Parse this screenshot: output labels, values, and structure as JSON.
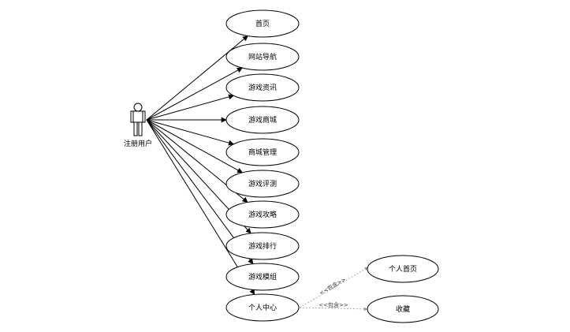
{
  "actor": {
    "label": "注册用户"
  },
  "use_cases": [
    {
      "label": "首页"
    },
    {
      "label": "网站导航"
    },
    {
      "label": "游戏资讯"
    },
    {
      "label": "游戏商城"
    },
    {
      "label": "商城管理"
    },
    {
      "label": "游戏评测"
    },
    {
      "label": "游戏攻略"
    },
    {
      "label": "游戏排行"
    },
    {
      "label": "游戏模组"
    },
    {
      "label": "个人中心"
    }
  ],
  "included_use_cases": [
    {
      "label": "个人首页"
    },
    {
      "label": "收藏"
    }
  ],
  "include_labels": [
    "<<包含>>",
    "<<包含>>"
  ],
  "colors": {
    "stroke": "#000000",
    "background": "#ffffff",
    "dashed": "#666666"
  }
}
